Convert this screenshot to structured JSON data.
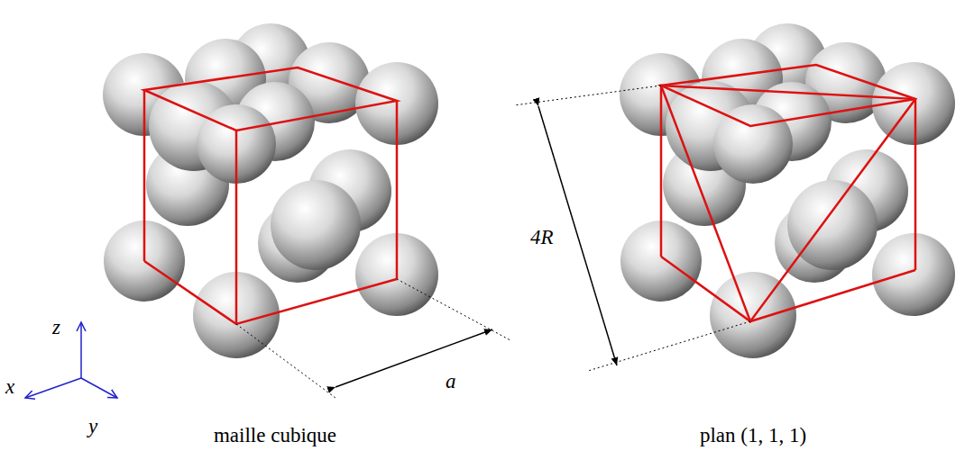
{
  "diagram": {
    "labels": [
      "z",
      "x",
      "y",
      "a",
      "4R",
      "maille cubique",
      "plan (1, 1, 1)"
    ]
  }
}
